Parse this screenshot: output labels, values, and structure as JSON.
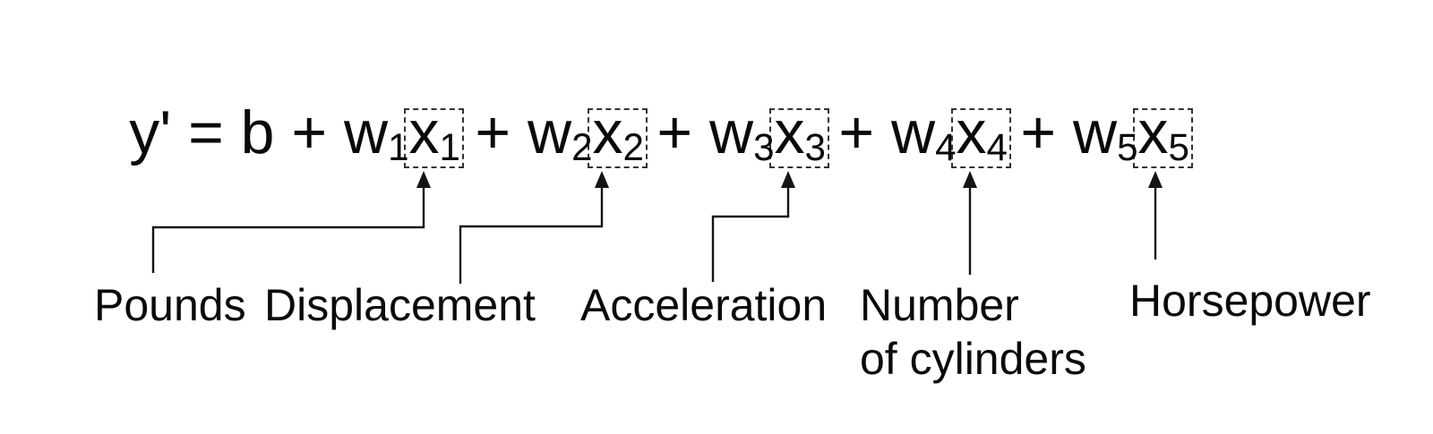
{
  "diagram": {
    "background": "#ffffff",
    "ink_color": "#0a0a0a",
    "box_border_color": "#333333",
    "equation": {
      "full_text": "y' = b + w₁x₁ + w₂x₂ + w₃x₃ + w₄x₄ + w₅x₅",
      "segments": [
        {
          "pre": "y' = b + w",
          "pre_sub": "1",
          "x": "x",
          "x_sub": "1"
        },
        {
          "pre": "+ w",
          "pre_sub": "2",
          "x": "x",
          "x_sub": "2"
        },
        {
          "pre": "+ w",
          "pre_sub": "3",
          "x": "x",
          "x_sub": "3"
        },
        {
          "pre": "+ w",
          "pre_sub": "4",
          "x": "x",
          "x_sub": "4"
        },
        {
          "pre": "+ w",
          "pre_sub": "5",
          "x": "x",
          "x_sub": "5"
        }
      ]
    },
    "feature_labels": [
      {
        "line1": "Pounds",
        "line2": "",
        "maps_to": "x1"
      },
      {
        "line1": "Displacement",
        "line2": "",
        "maps_to": "x2"
      },
      {
        "line1": "Acceleration",
        "line2": "",
        "maps_to": "x3"
      },
      {
        "line1": "Number",
        "line2": "of cylinders",
        "maps_to": "x4"
      },
      {
        "line1": "Horsepower",
        "line2": "",
        "maps_to": "x5"
      }
    ]
  }
}
